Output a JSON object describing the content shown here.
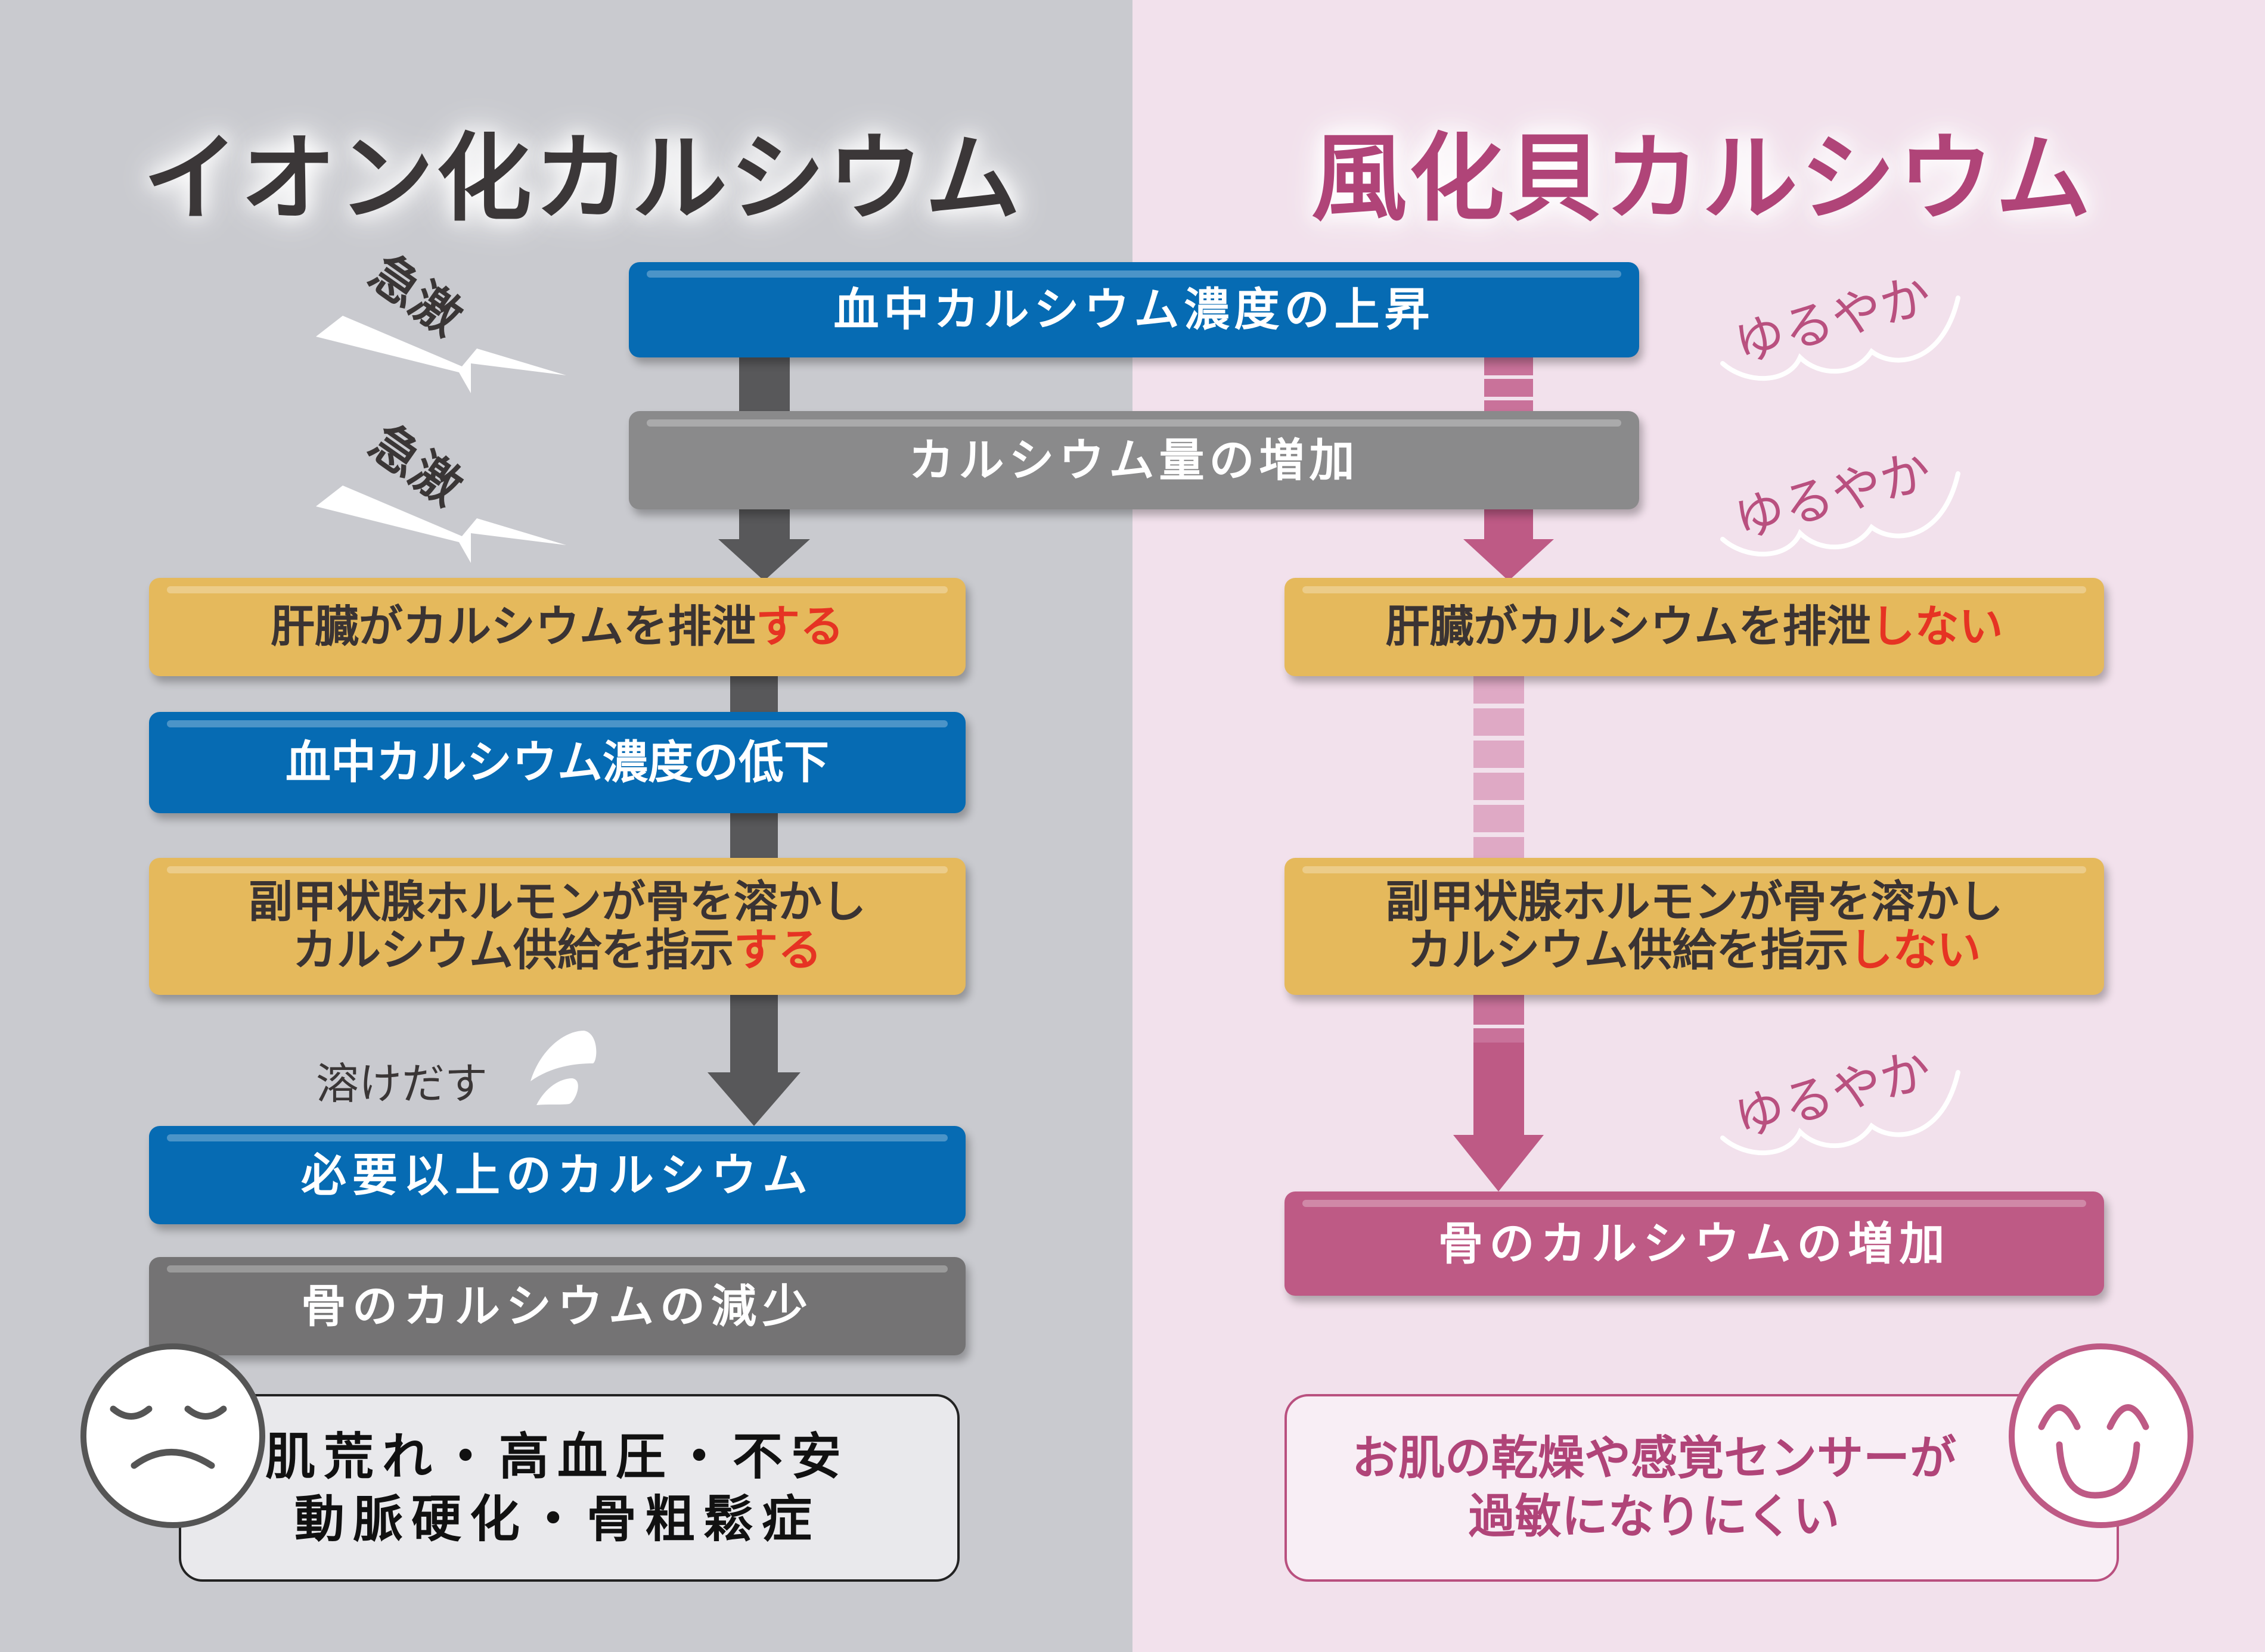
{
  "colors": {
    "left_bg": "#c9cacf",
    "right_bg": "#f2e1ec",
    "blue": "#066bb3",
    "gray": "#8a8a8b",
    "yellow": "#e5b95c",
    "pink": "#be5a85",
    "accent_red": "#e63323",
    "title_dark": "#3b3738",
    "title_pink": "#b04478"
  },
  "left": {
    "title": "イオン化カルシウム",
    "speed_label_1": "急激",
    "speed_label_2": "急激",
    "dissolve_label": "溶けだす",
    "steps": {
      "liver": {
        "text": "肝臓がカルシウムを排泄",
        "emphasis": "する"
      },
      "blood_decrease": "血中カルシウム濃度の低下",
      "parathyroid": {
        "line1": "副甲状腺ホルモンが骨を溶かし",
        "line2": "カルシウム供給を指示",
        "emphasis": "する"
      },
      "excess_calcium": "必要以上のカルシウム",
      "bone_decrease": "骨のカルシウムの減少"
    },
    "result": {
      "line1": "肌荒れ・高血圧・不安",
      "line2": "動脈硬化・骨粗鬆症"
    },
    "face_icon": "sad-face-icon"
  },
  "shared": {
    "blood_rise": "血中カルシウム濃度の上昇",
    "calcium_increase": "カルシウム量の増加"
  },
  "right": {
    "title": "風化貝カルシウム",
    "speed_label_1": "ゆるやか",
    "speed_label_2": "ゆるやか",
    "speed_label_3": "ゆるやか",
    "steps": {
      "liver": {
        "text": "肝臓がカルシウムを排泄",
        "emphasis": "しない"
      },
      "parathyroid": {
        "line1": "副甲状腺ホルモンが骨を溶かし",
        "line2": "カルシウム供給を指示",
        "emphasis": "しない"
      },
      "bone_increase": "骨のカルシウムの増加"
    },
    "result": {
      "line1": "お肌の乾燥や感覚センサーが",
      "line2": "過敏になりにくい"
    },
    "face_icon": "happy-face-icon"
  }
}
